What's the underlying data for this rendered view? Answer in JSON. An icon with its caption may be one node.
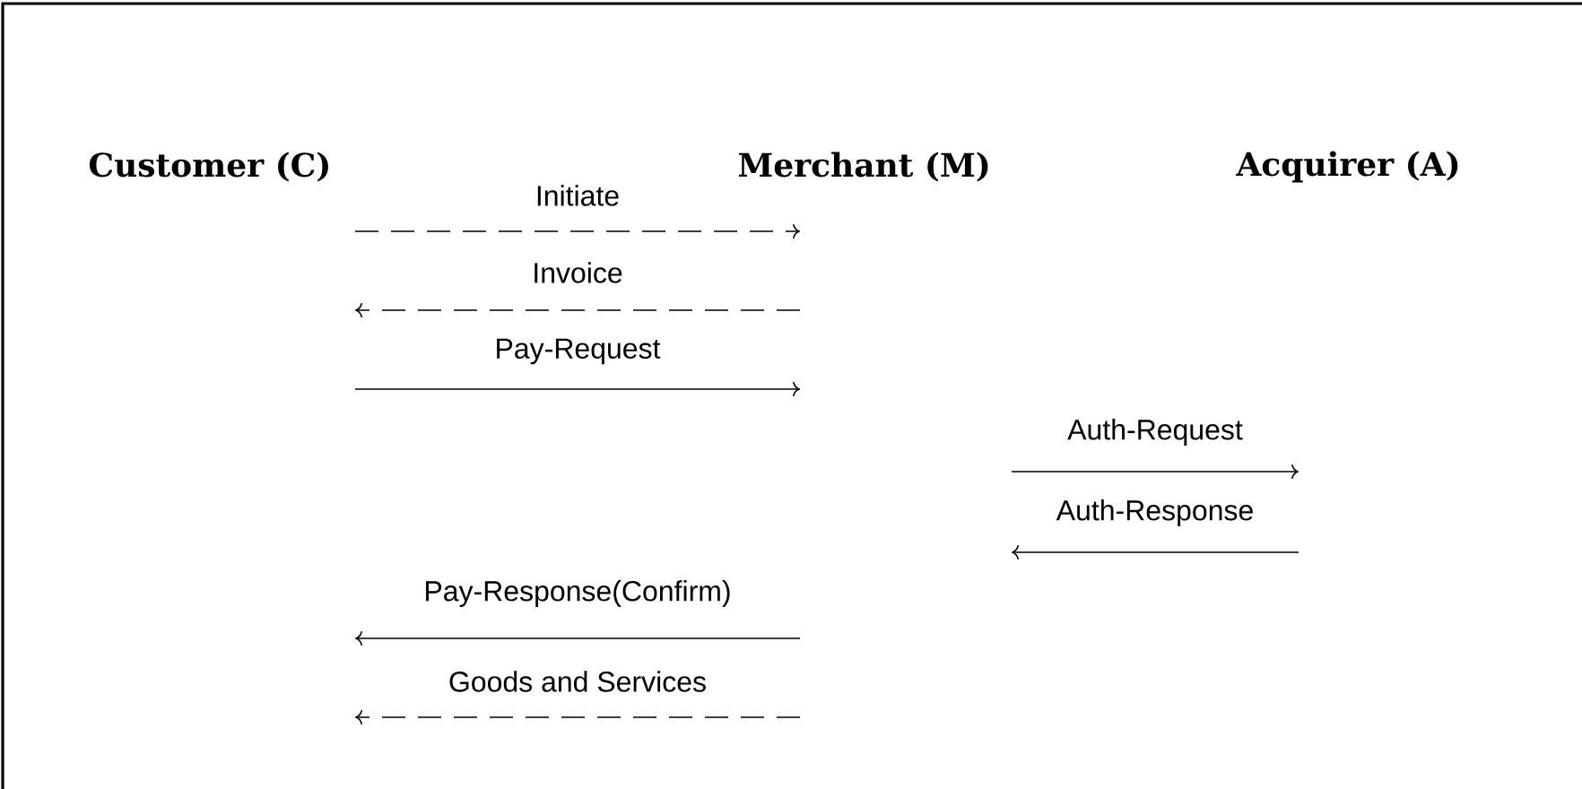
{
  "diagram": {
    "nodes": [
      {
        "text": [
          "Customer (C)"
        ]
      },
      {
        "text": [
          "Merchant (M)"
        ]
      },
      {
        "text": [
          "Acquirer (A)"
        ]
      }
    ],
    "labels": [
      "Initiate",
      "Invoice",
      "Pay-Request",
      "Auth-Request",
      "Auth-Response",
      "Pay-Response(Confirm)",
      "Goods and Services"
    ]
  }
}
